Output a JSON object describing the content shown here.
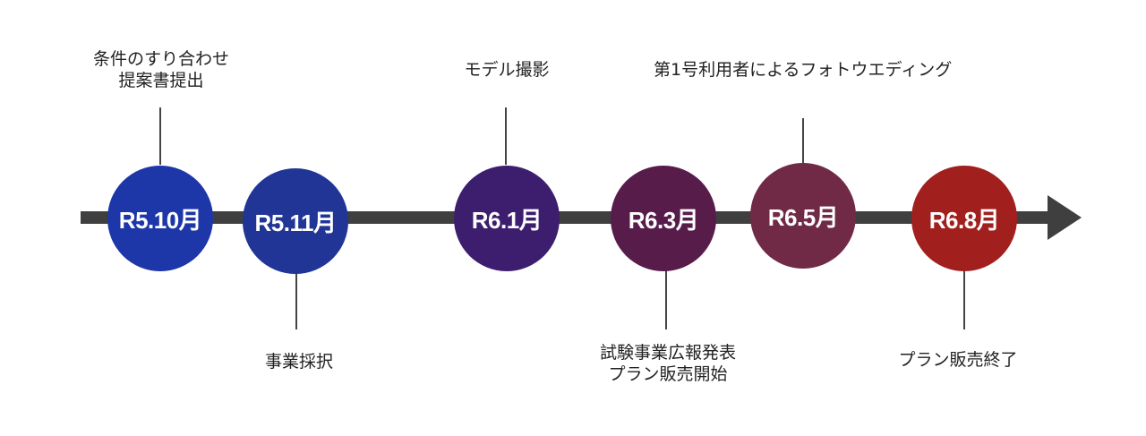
{
  "timeline": {
    "milestones": [
      {
        "label": "R5.10月",
        "color": "#1d36a8"
      },
      {
        "label": "R5.11月",
        "color": "#213597"
      },
      {
        "label": "R6.1月",
        "color": "#3d1e6e"
      },
      {
        "label": "R6.3月",
        "color": "#581c4b"
      },
      {
        "label": "R6.5月",
        "color": "#702a46"
      },
      {
        "label": "R6.8月",
        "color": "#a1201e"
      }
    ],
    "events_above": [
      {
        "lines": [
          "条件のすり合わせ",
          "提案書提出"
        ]
      },
      {
        "lines": [
          "モデル撮影"
        ]
      },
      {
        "lines": [
          "第1号利用者によるフォトウエディング"
        ]
      }
    ],
    "events_below": [
      {
        "lines": [
          "事業採択"
        ]
      },
      {
        "lines": [
          "試験事業広報発表",
          "プラン販売開始"
        ]
      },
      {
        "lines": [
          "プラン販売終了"
        ]
      }
    ],
    "axis_color": "#3f3f3f"
  }
}
